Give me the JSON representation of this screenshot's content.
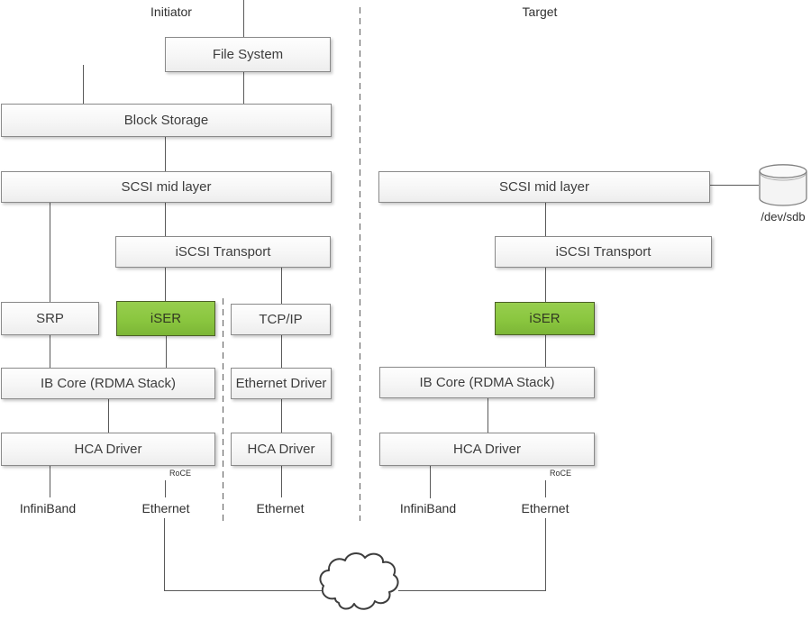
{
  "sections": {
    "initiator": "Initiator",
    "target": "Target"
  },
  "boxes": {
    "file_system": "File System",
    "block_storage": "Block Storage",
    "scsi_mid_left": "SCSI mid layer",
    "iscsi_transport_left": "iSCSI Transport",
    "srp": "SRP",
    "iser_left": "iSER",
    "tcp_ip": "TCP/IP",
    "ib_core_left": "IB Core (RDMA Stack)",
    "ethernet_driver": "Ethernet Driver",
    "hca_driver_left": "HCA Driver",
    "hca_driver_mid": "HCA Driver",
    "scsi_mid_right": "SCSI mid layer",
    "iscsi_transport_right": "iSCSI Transport",
    "iser_right": "iSER",
    "ib_core_right": "IB Core (RDMA Stack)",
    "hca_driver_right": "HCA Driver"
  },
  "labels": {
    "infiniband_left": "InfiniBand",
    "ethernet_left": "Ethernet",
    "ethernet_mid": "Ethernet",
    "infiniband_right": "InfiniBand",
    "ethernet_right": "Ethernet",
    "roce_left": "RoCE",
    "roce_right": "RoCE",
    "device": "/dev/sdb"
  },
  "colors": {
    "highlight_green": "#8ac63f",
    "box_border": "#8a8a8a",
    "connector_line": "#595959",
    "text": "#3d3d3d"
  }
}
